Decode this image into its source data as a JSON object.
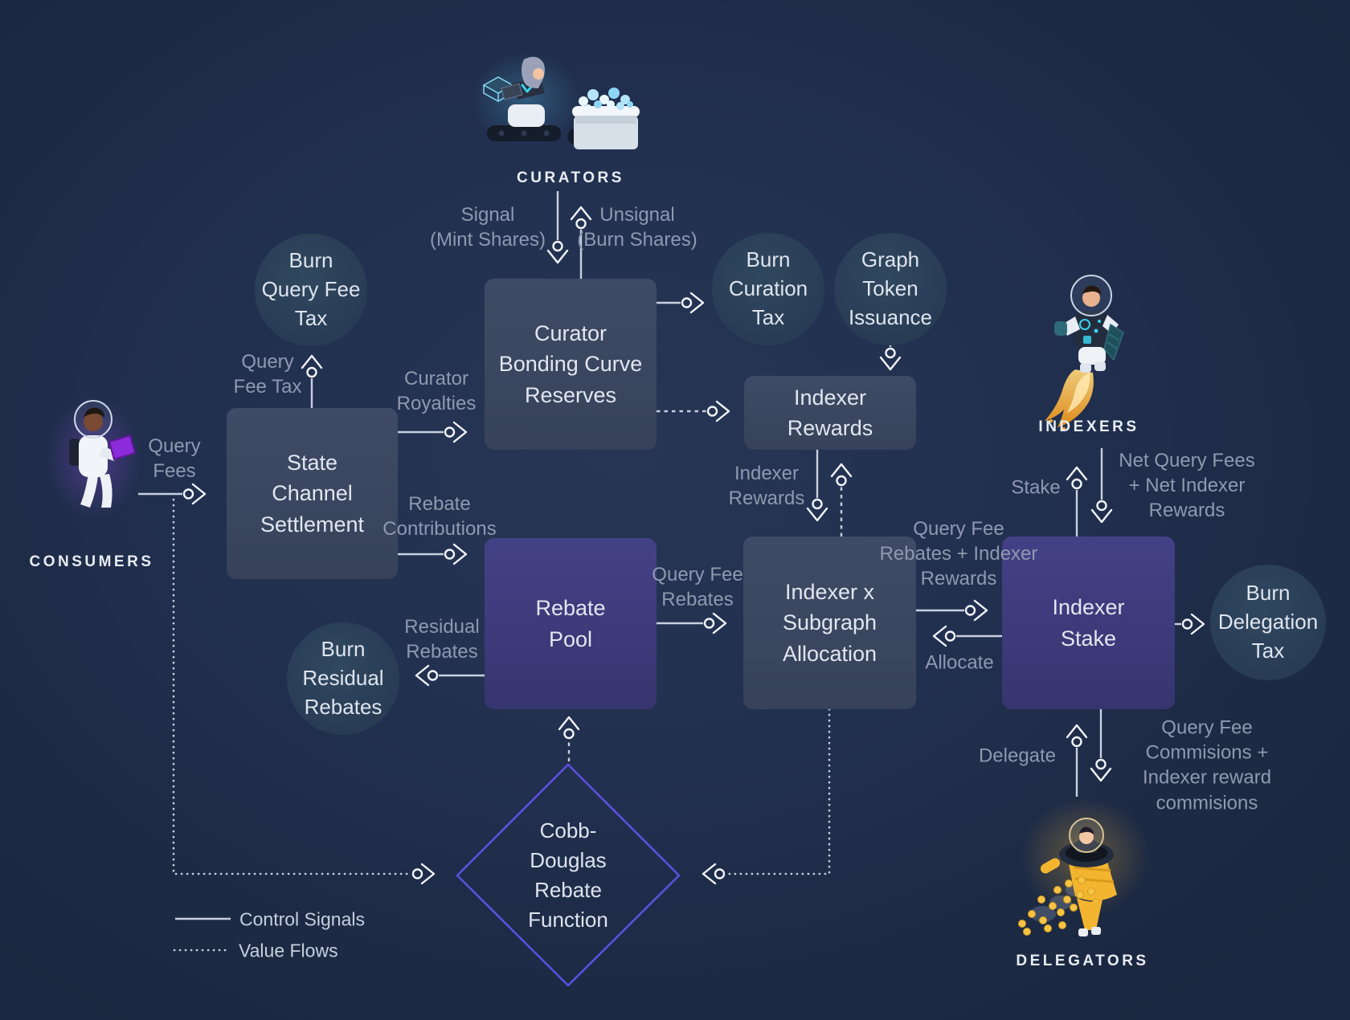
{
  "colors": {
    "background": "#1f2c47",
    "node_box": "#3b4760",
    "pool_box": "#3c3b7d",
    "burn_circle": "#2a3f57",
    "diamond_border": "#5b50e0",
    "arrow": "#edf1f8",
    "edge_label": "#8f99af",
    "flame_gold": "#f5a623",
    "coin_gold": "#f6c445",
    "accent_cyan": "#3ad2ea",
    "tablet_purple": "#8c2bd9"
  },
  "actors": {
    "curators": {
      "label": "CURATORS"
    },
    "consumers": {
      "label": "CONSUMERS"
    },
    "indexers": {
      "label": "INDEXERS"
    },
    "delegators": {
      "label": "DELEGATORS"
    }
  },
  "nodes": {
    "curator_bonding_curve_reserves": "Curator\nBonding Curve\nReserves",
    "state_channel_settlement": "State\nChannel\nSettlement",
    "rebate_pool": "Rebate\nPool",
    "indexer_rewards": "Indexer\nRewards",
    "indexer_subgraph_allocation": "Indexer x\nSubgraph\nAllocation",
    "indexer_stake": "Indexer\nStake",
    "cobb_douglas_rebate_function": "Cobb-\nDouglas\nRebate\nFunction",
    "burn_query_fee_tax": "Burn\nQuery Fee\nTax",
    "burn_curation_tax": "Burn\nCuration\nTax",
    "graph_token_issuance": "Graph\nToken\nIssuance",
    "burn_residual_rebates": "Burn\nResidual\nRebates",
    "burn_delegation_tax": "Burn\nDelegation\nTax"
  },
  "edge_labels": {
    "signal": "Signal\n(Mint Shares)",
    "unsignal": "Unsignal\n(Burn Shares)",
    "query_fee_tax": "Query\nFee Tax",
    "curator_royalties": "Curator\nRoyalties",
    "query_fees": "Query\nFees",
    "rebate_contributions": "Rebate\nContributions",
    "residual_rebates": "Residual\nRebates",
    "query_fee_rebates": "Query Fee\nRebates",
    "indexer_rewards": "Indexer\nRewards",
    "query_fee_rebates_indexer_rewards": "Query Fee\nRebates + Indexer\nRewards",
    "allocate": "Allocate",
    "stake": "Stake",
    "net_query_fees": "Net Query Fees\n+ Net Indexer\nRewards",
    "delegate": "Delegate",
    "query_fee_commissions": "Query Fee\nCommisions +\nIndexer reward\ncommisions"
  },
  "legend": {
    "control_signals": "Control Signals",
    "value_flows": "Value Flows"
  }
}
